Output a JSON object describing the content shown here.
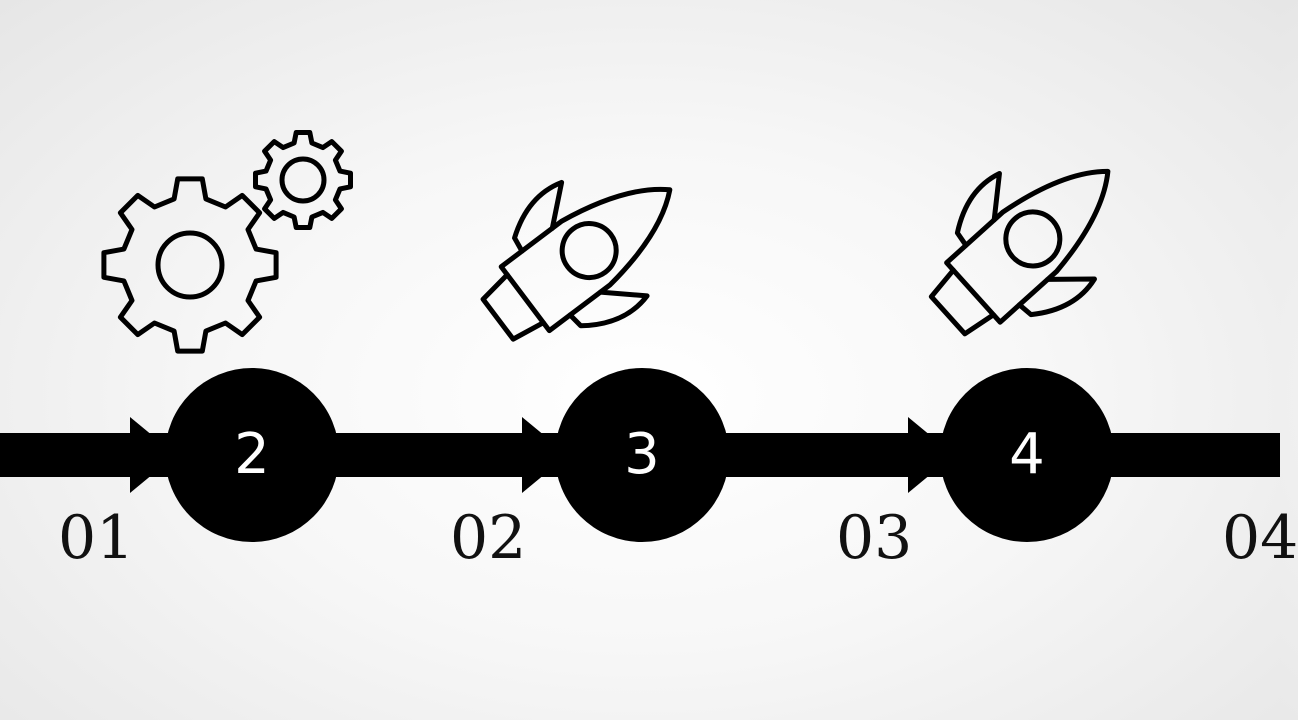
{
  "steps": [
    {
      "number": "2",
      "icon": "gears-icon"
    },
    {
      "number": "3",
      "icon": "rocket-icon"
    },
    {
      "number": "4",
      "icon": "rocket-icon"
    }
  ],
  "segment_labels": [
    "01",
    "02",
    "03",
    "04"
  ],
  "colors": {
    "line": "#000000",
    "circle": "#000000",
    "number_text": "#ffffff",
    "background": "#f2f2f2"
  }
}
